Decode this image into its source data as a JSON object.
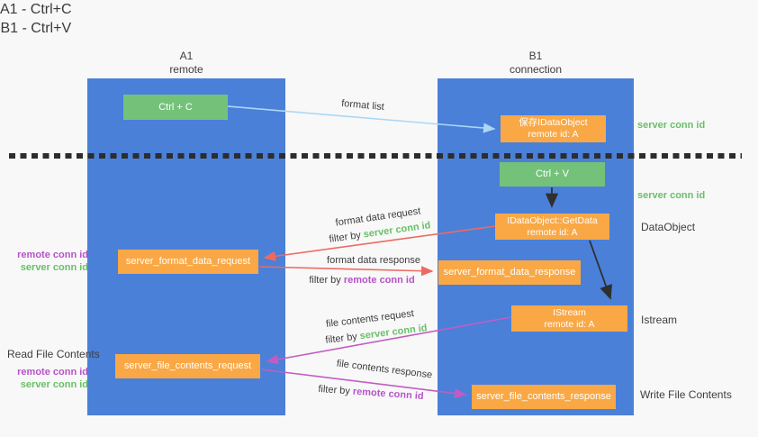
{
  "title": {
    "line1": "A1 - Ctrl+C",
    "line2": "B1 - Ctrl+V"
  },
  "columns": {
    "a1": {
      "name": "A1",
      "subtitle": "remote"
    },
    "b1": {
      "name": "B1",
      "subtitle": "connection"
    }
  },
  "nodes": {
    "ctrl_c": "Ctrl + C",
    "ctrl_v": "Ctrl + V",
    "save_dataobject": {
      "line1": "保存IDataObject",
      "line2": "remote id: A"
    },
    "getdata": {
      "line1": "IDataObject::GetData",
      "line2": "remote id: A"
    },
    "istream": {
      "line1": "IStream",
      "line2": "remote id: A"
    },
    "format_request": "server_format_data_request",
    "format_response": "server_format_data_response",
    "file_request": "server_file_contents_request",
    "file_response": "server_file_contents_response"
  },
  "flows": {
    "format_list": "format list",
    "format_data_request": "format data request",
    "format_data_request_filter_prefix": "filter by ",
    "format_data_request_filter_id": "server conn id",
    "format_data_response": "format data response",
    "format_data_response_filter_prefix": "filter by ",
    "format_data_response_filter_id": "remote conn id",
    "file_contents_request": "file contents request",
    "file_contents_request_filter_prefix": "filter by ",
    "file_contents_request_filter_id": "server conn id",
    "file_contents_response": "file contents response",
    "file_contents_response_filter_prefix": "filter by ",
    "file_contents_response_filter_id": "remote conn id"
  },
  "side": {
    "server_conn_id_top": "server conn id",
    "server_conn_id_mid": "server conn id",
    "dataobject": "DataObject",
    "istream": "Istream",
    "write_file_contents": "Write File Contents",
    "read_file_contents": "Read File Contents",
    "pair1_remote": "remote conn id",
    "pair1_server": "server conn id",
    "pair2_remote": "remote conn id",
    "pair2_server": "server conn id"
  },
  "colors": {
    "column_blue": "#4a80d8",
    "box_green": "#74c27a",
    "box_orange": "#f9a845",
    "arrow_light_blue": "#abd7f6",
    "arrow_red": "#ee6a60",
    "arrow_magenta": "#c25cc3",
    "arrow_black": "#2f2f2f",
    "text_green": "#6abf69",
    "text_purple": "#b653c9",
    "text_dark": "#3d3d3d",
    "background": "#f8f8f8"
  }
}
